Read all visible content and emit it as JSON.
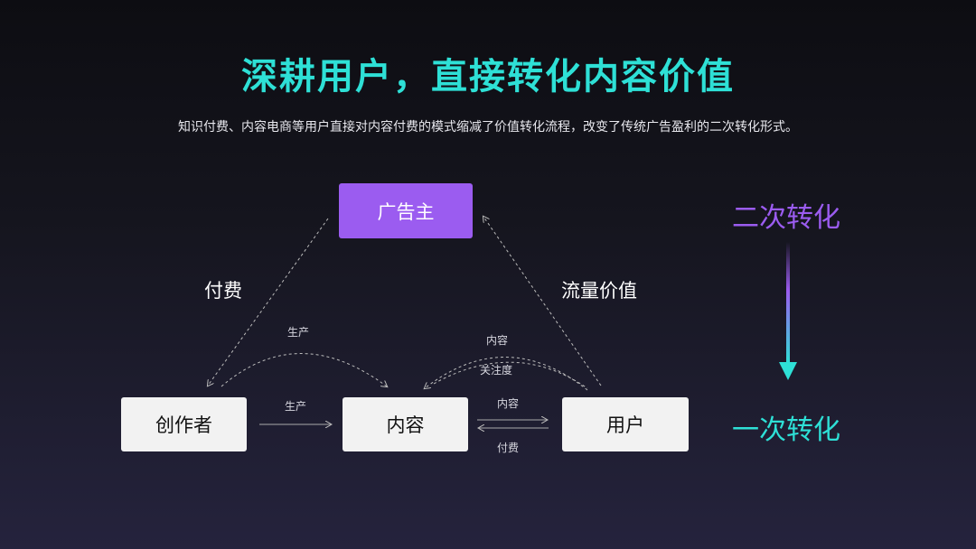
{
  "title": "深耕用户，直接转化内容价值",
  "subtitle": "知识付费、内容电商等用户直接对内容付费的模式缩减了价值转化流程，改变了传统广告盈利的二次转化形式。",
  "nodes": {
    "advertiser": "广告主",
    "creator": "创作者",
    "content": "内容",
    "user": "用户"
  },
  "edges": {
    "pay_big": "付费",
    "traffic_value": "流量价值",
    "produce_arc": "生产",
    "content_arc": "内容",
    "attention_arc": "关注度",
    "produce_line": "生产",
    "content_line": "内容",
    "pay_line": "付费"
  },
  "side": {
    "secondary": "二次转化",
    "primary": "一次转化"
  },
  "colors": {
    "title": "#2ee0d6",
    "purple": "#9b5cf0",
    "cyan": "#2ee0d6"
  }
}
